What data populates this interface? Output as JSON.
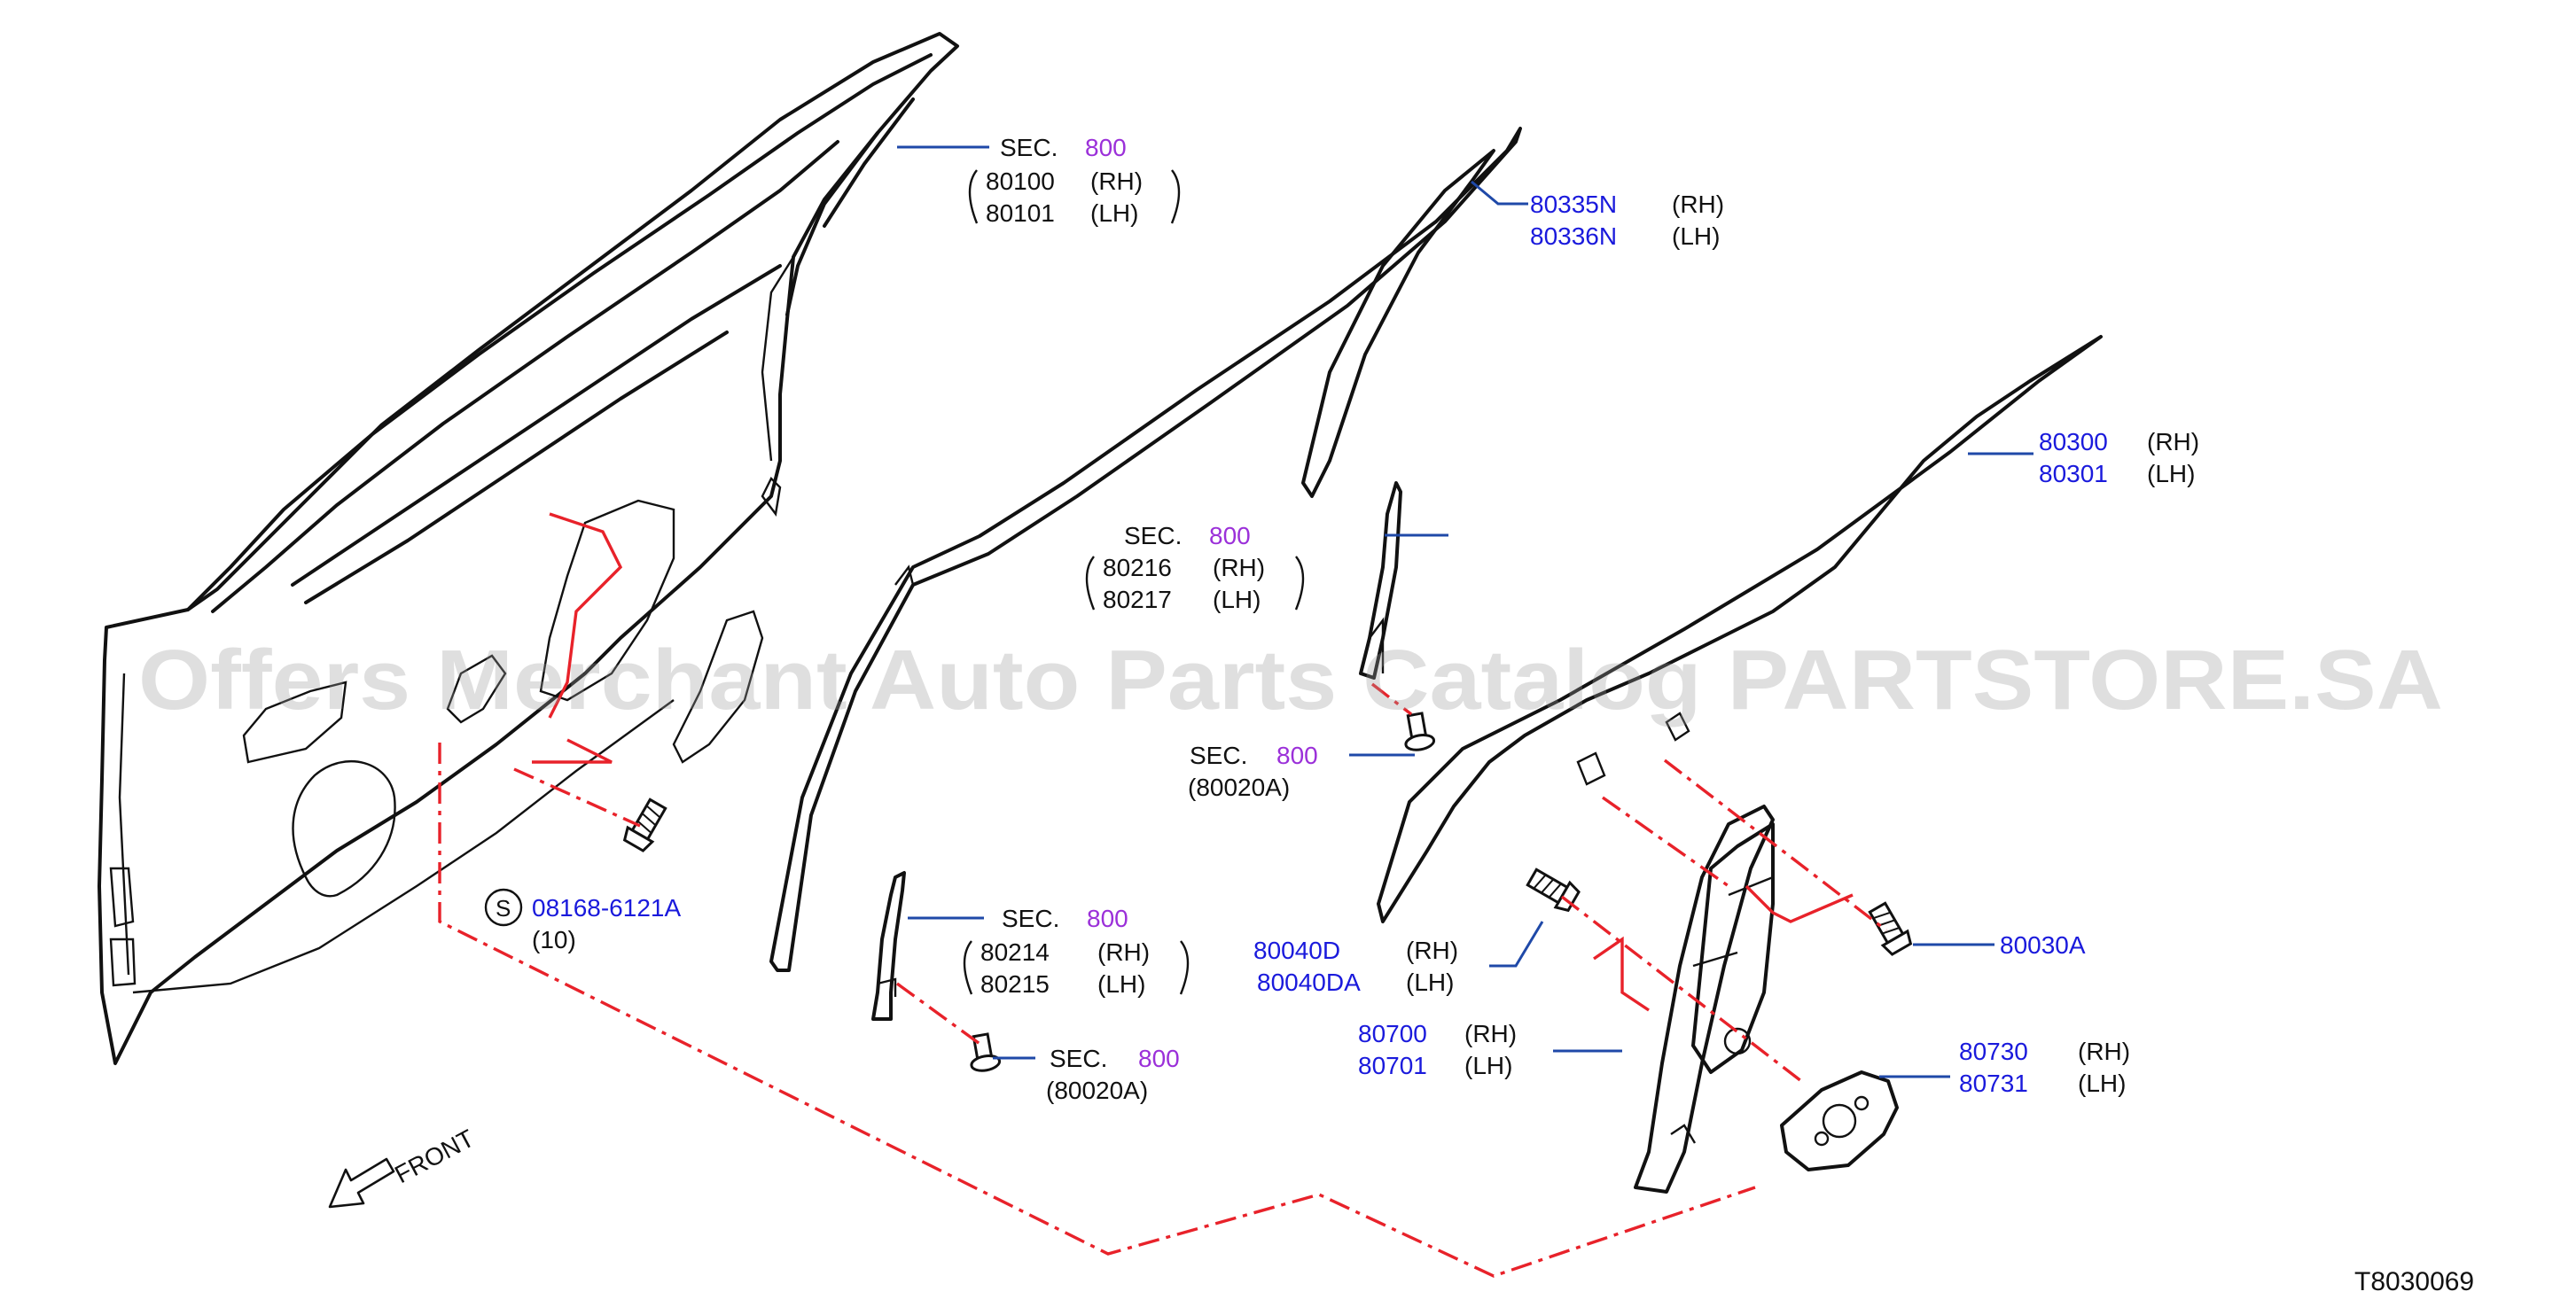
{
  "watermark": "Offers Merchant Auto Parts Catalog PARTSTORE.SA",
  "diagram_code": "T8030069",
  "front_label": "FRONT",
  "colors": {
    "part_number": "#1a1adc",
    "section_number": "#9b30d9",
    "leader": "#1f49a8",
    "dash_line": "#e8222a"
  },
  "callouts": {
    "door_frame": {
      "sec": "SEC.",
      "sec_no": "800",
      "rh": "80100",
      "rh_side": "(RH)",
      "lh": "80101",
      "lh_side": "(LH)"
    },
    "sash_outer": {
      "rh": "80335N",
      "rh_side": "(RH)",
      "lh": "80336N",
      "lh_side": "(LH)"
    },
    "glass": {
      "rh": "80300",
      "rh_side": "(RH)",
      "lh": "80301",
      "lh_side": "(LH)"
    },
    "rear_channel": {
      "sec": "SEC.",
      "sec_no": "800",
      "rh": "80216",
      "rh_side": "(RH)",
      "lh": "80217",
      "lh_side": "(LH)"
    },
    "rear_bolt": {
      "sec": "SEC.",
      "sec_no": "800",
      "code": "(80020A)"
    },
    "front_channel": {
      "sec": "SEC.",
      "sec_no": "800",
      "rh": "80214",
      "rh_side": "(RH)",
      "lh": "80215",
      "lh_side": "(LH)"
    },
    "front_bolt": {
      "sec": "SEC.",
      "sec_no": "800",
      "code": "(80020A)"
    },
    "door_bolt": {
      "symbol": "S",
      "part": "08168-6121A",
      "qty": "(10)"
    },
    "regulator_bolt": {
      "rh": "80040D",
      "rh_side": "(RH)",
      "lh": "80040DA",
      "lh_side": "(LH)"
    },
    "glass_bolt": {
      "part": "80030A"
    },
    "regulator": {
      "rh": "80700",
      "rh_side": "(RH)",
      "lh": "80701",
      "lh_side": "(LH)"
    },
    "motor": {
      "rh": "80730",
      "rh_side": "(RH)",
      "lh": "80731",
      "lh_side": "(LH)"
    }
  }
}
